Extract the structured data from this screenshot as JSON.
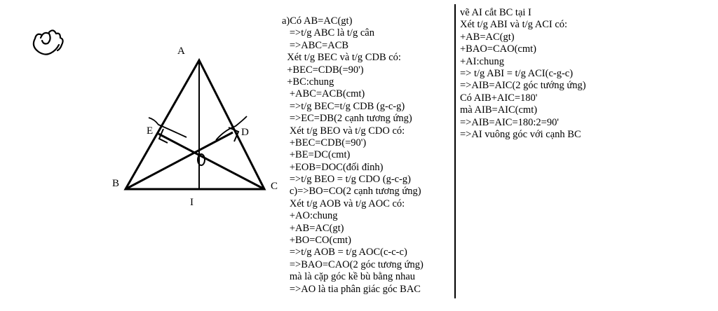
{
  "figure": {
    "vertex_labels": {
      "A": "A",
      "B": "B",
      "C": "C",
      "D": "D",
      "E": "E",
      "I": "I",
      "O": "0"
    }
  },
  "proof_left": [
    "a)Có AB=AC(gt)",
    "   =>t/g ABC là t/g cân",
    "   =>ABC=ACB",
    "  Xét t/g BEC và t/g CDB có:",
    "  +BEC=CDB(=90')",
    "  +BC:chung",
    "   +ABC=ACB(cmt)",
    "   =>t/g BEC=t/g CDB (g-c-g)",
    "   =>EC=DB(2 cạnh tương ứng)",
    "   Xét t/g BEO và t/g CDO có:",
    "   +BEC=CDB(=90')",
    "   +BE=DC(cmt)",
    "   +EOB=DOC(đối đỉnh)",
    "   =>t/g BEO = t/g CDO (g-c-g)",
    "   c)=>BO=CO(2 cạnh tương ứng)",
    "   Xét t/g AOB và t/g AOC có:",
    "   +AO:chung",
    "   +AB=AC(gt)",
    "   +BO=CO(cmt)",
    "   =>t/g AOB = t/g AOC(c-c-c)",
    "   =>BAO=CAO(2 góc tương ứng)",
    "   mà là cặp góc kề bù bằng nhau",
    "   =>AO là tia phân giác góc BAC"
  ],
  "proof_right": [
    "vẽ AI cắt BC tại I",
    "Xét t/g ABI và t/g ACI có:",
    "+AB=AC(gt)",
    "+BAO=CAO(cmt)",
    "+AI:chung",
    "=> t/g ABI = t/g ACI(c-g-c)",
    "=>AIB=AIC(2 góc tướng ứng)",
    "Có AIB+AIC=180'",
    "mà AIB=AIC(cmt)",
    "=>AIB=AIC=180:2=90'",
    "=>AI vuông góc với cạnh BC"
  ]
}
